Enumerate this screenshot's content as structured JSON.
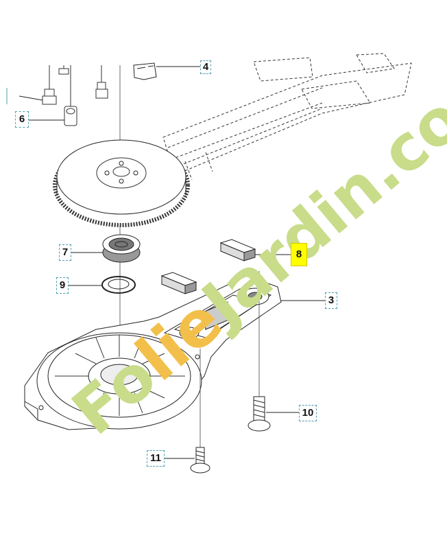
{
  "callouts": {
    "c3": "3",
    "c4": "4",
    "c6": "6",
    "c7": "7",
    "c8": "8",
    "c9": "9",
    "c10": "10",
    "c11": "11"
  },
  "highlighted_callout": "8",
  "watermark": {
    "part1": "Fo",
    "part2": "lie",
    "part3": "Jardin.com",
    "color_main": "#c8dc8a",
    "color_accent": "#f2c04a",
    "color_tail": "#c9c4b2"
  },
  "colors": {
    "line": "#222222",
    "callout_border": "#4d9db0",
    "highlight": "#ffff00"
  }
}
